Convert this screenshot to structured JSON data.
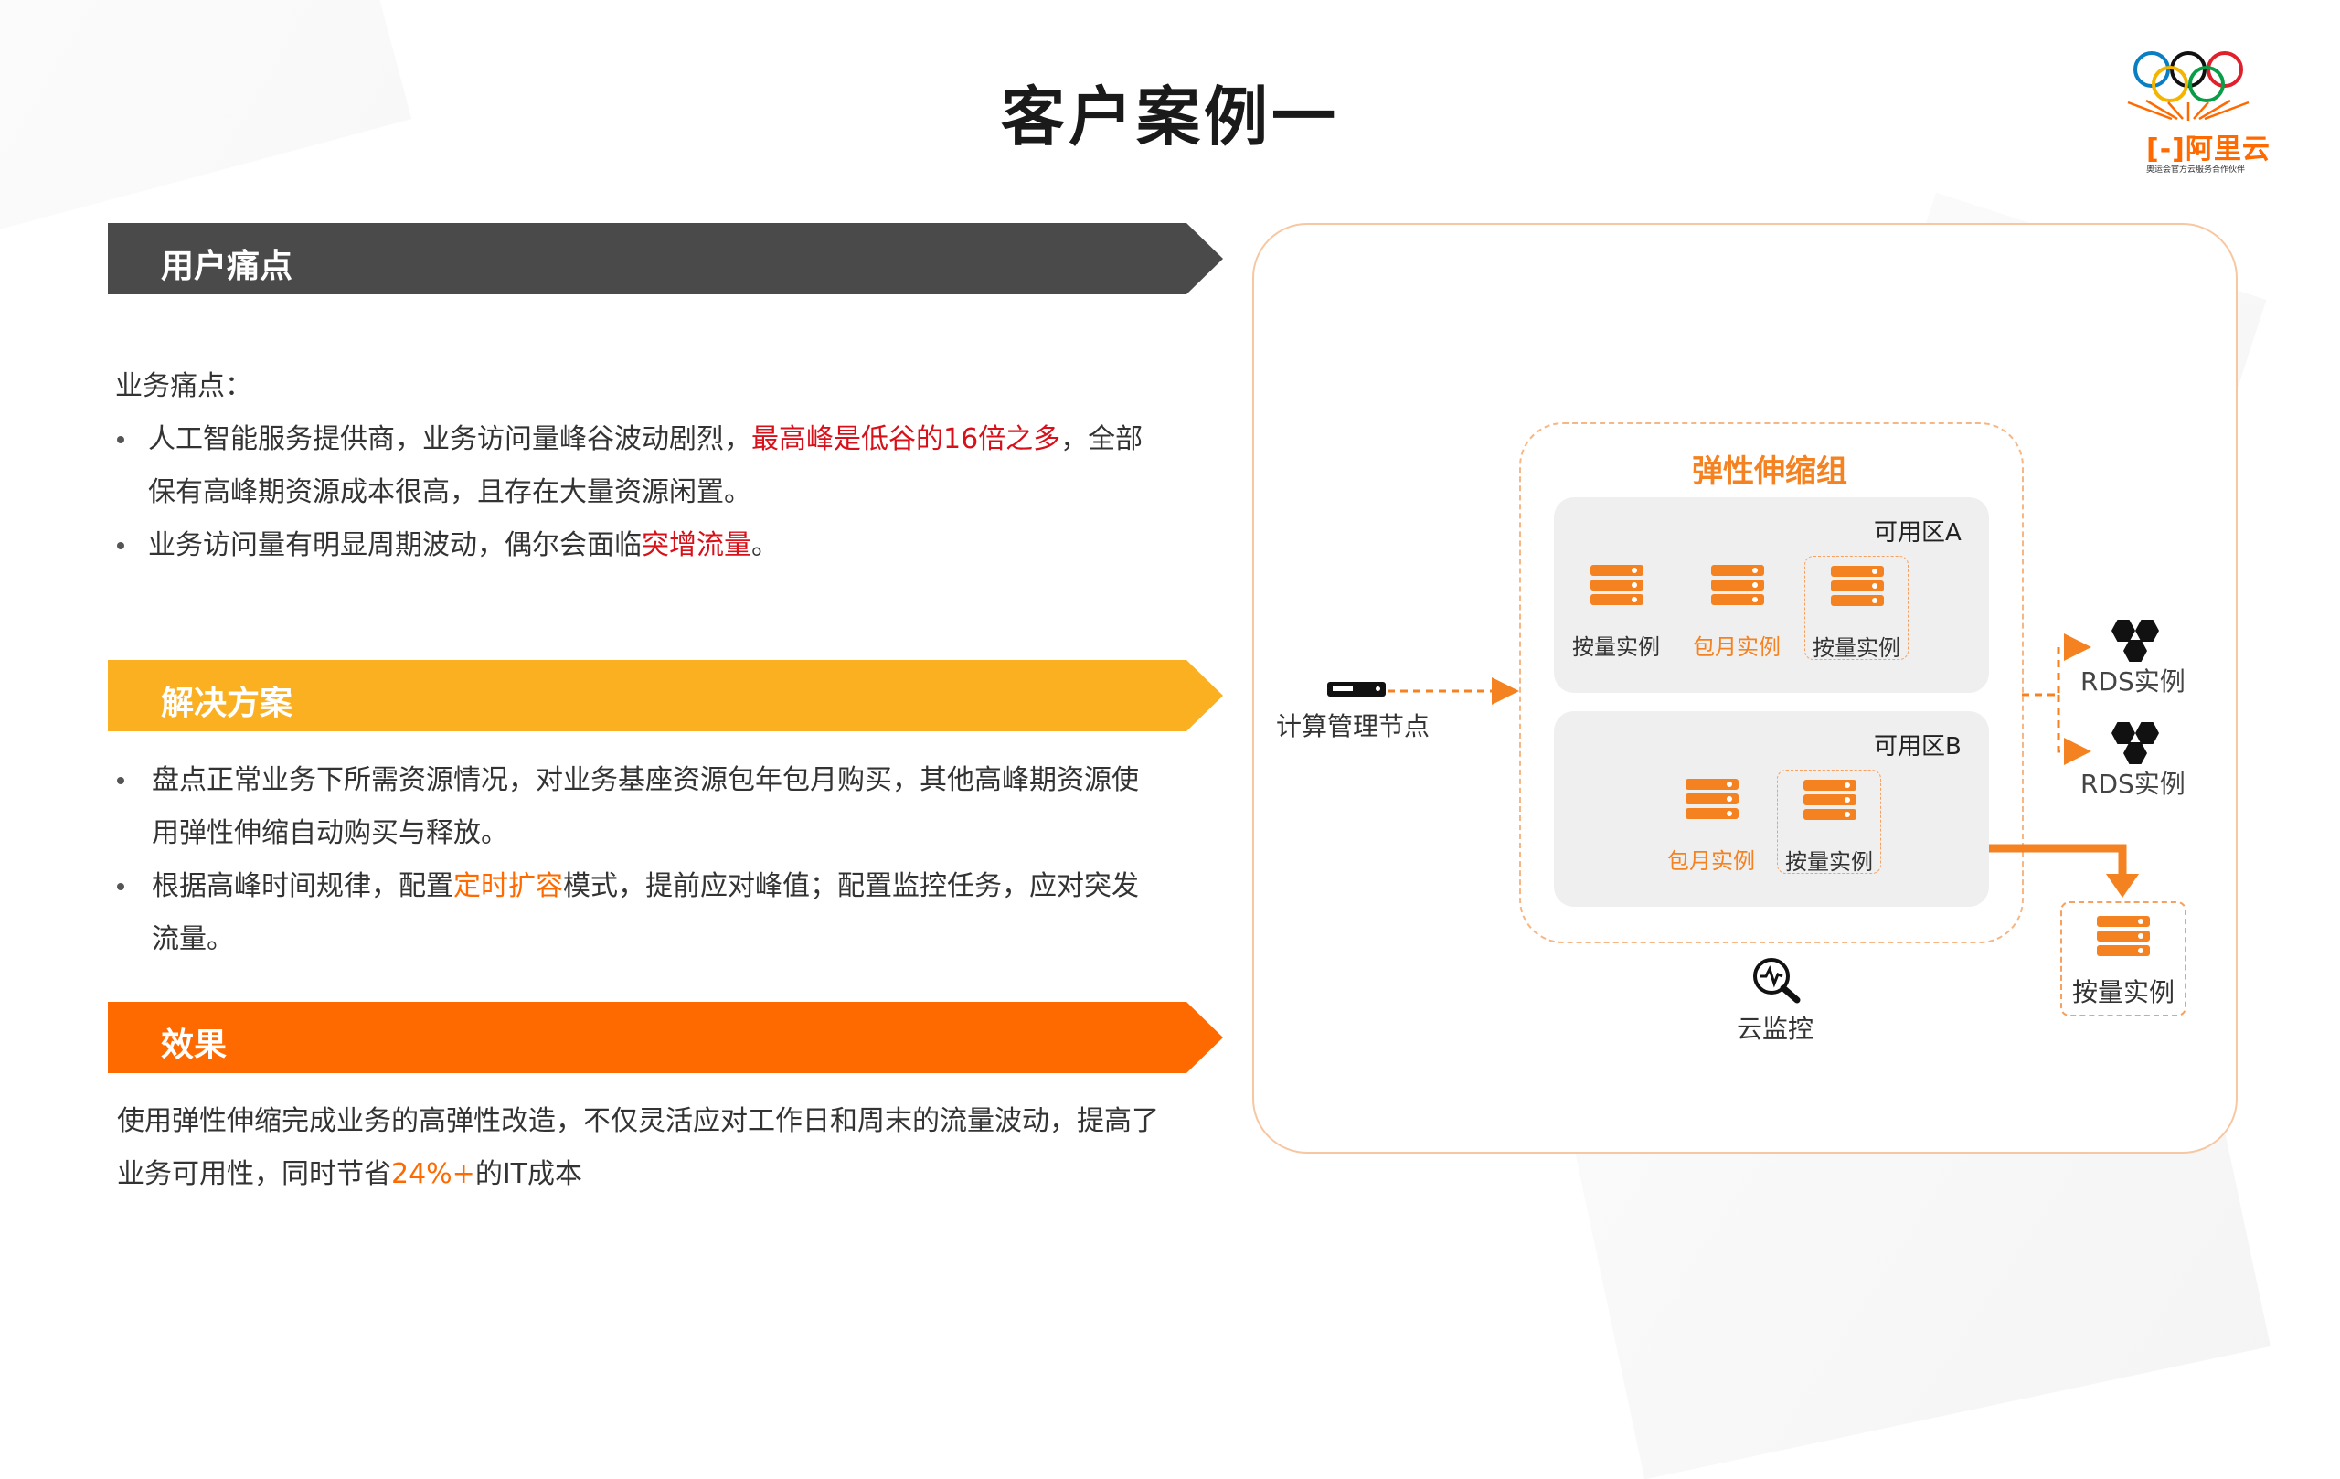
{
  "title": "客户案例一",
  "logo": {
    "brand": "[-]阿里云",
    "slogan": "奥运会官方云服务合作伙伴"
  },
  "sections": {
    "pain": {
      "heading": "用户痛点",
      "intro": "业务痛点：",
      "bullet1": {
        "a": "人工智能服务提供商，业务访问量峰谷波动剧烈，",
        "highlight": "最高峰是低谷的16倍之多",
        "b": "，全部",
        "line2": "保有高峰期资源成本很高，且存在大量资源闲置。"
      },
      "bullet2": {
        "a": "业务访问量有明显周期波动，偶尔会面临",
        "highlight": "突增流量",
        "b": "。"
      }
    },
    "solution": {
      "heading": "解决方案",
      "bullet1": {
        "line1": "盘点正常业务下所需资源情况，对业务基座资源包年包月购买，其他高峰期资源使",
        "line2": "用弹性伸缩自动购买与释放。"
      },
      "bullet2": {
        "a": "根据高峰时间规律，配置",
        "highlight": "定时扩容",
        "b": "模式，提前应对峰值；配置监控任务，应对突发",
        "line2": "流量。"
      }
    },
    "effect": {
      "heading": "效果",
      "line1": "使用弹性伸缩完成业务的高弹性改造，不仅灵活应对工作日和周末的流量波动，提高了",
      "line2a": "业务可用性，同时节省",
      "highlight": "24%+",
      "line2b": "的IT成本"
    }
  },
  "diagram": {
    "group_title": "弹性伸缩组",
    "zone_a": {
      "label": "可用区A",
      "instances": [
        "按量实例",
        "包月实例",
        "按量实例"
      ]
    },
    "zone_b": {
      "label": "可用区B",
      "instances": [
        "包月实例",
        "按量实例"
      ]
    },
    "mgmt_node": "计算管理节点",
    "rds": [
      "RDS实例",
      "RDS实例"
    ],
    "scaled_instance": "按量实例",
    "monitor": "云监控",
    "colors": {
      "accent": "#f58220",
      "gray": "#4a4a4a",
      "yellow": "#fbb022",
      "orange": "#ff6a00"
    }
  }
}
